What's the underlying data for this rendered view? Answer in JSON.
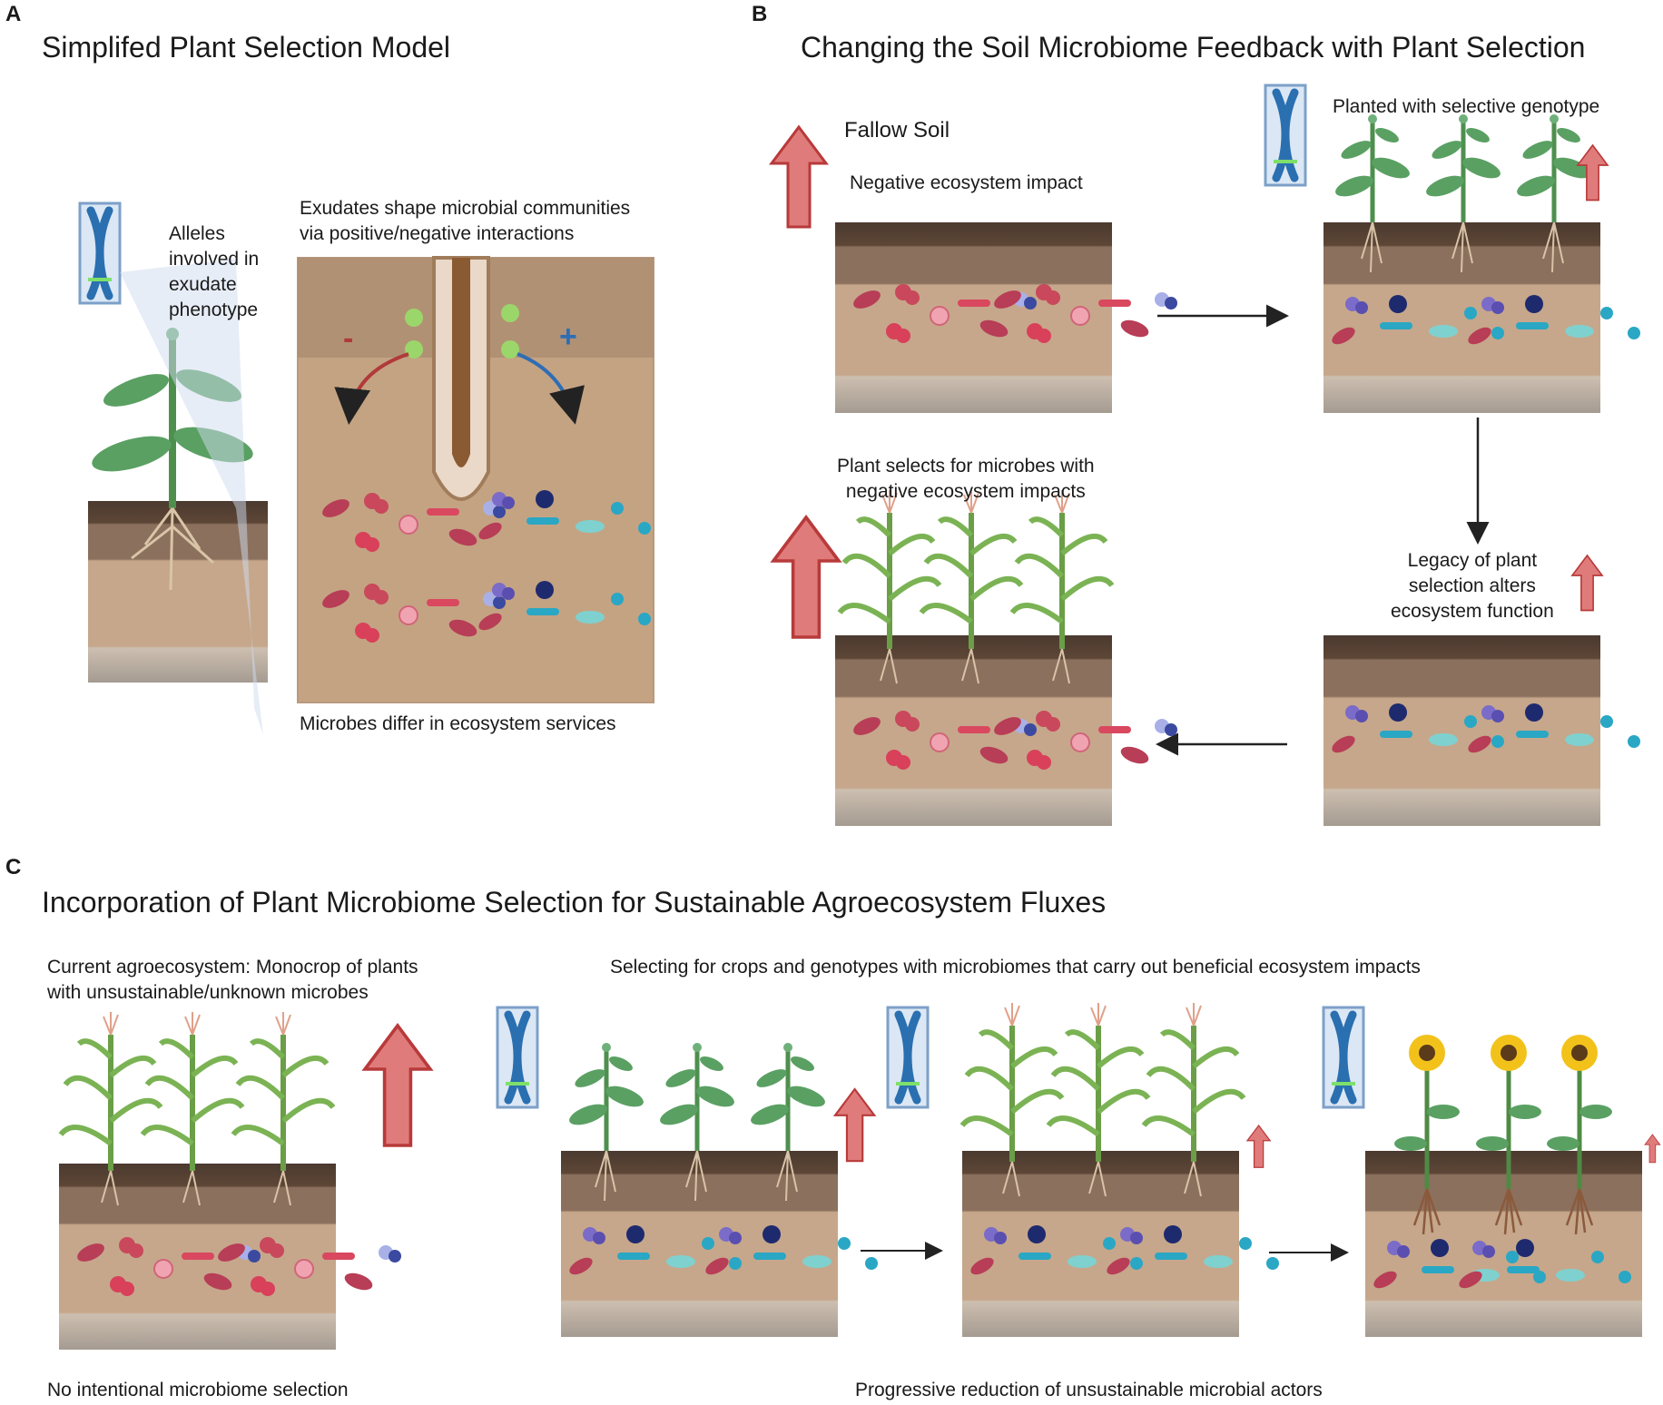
{
  "panel_a": {
    "letter": "A",
    "title": "Simplifed Plant Selection Model",
    "alleles_label": [
      "Alleles",
      "involved in",
      "exudate",
      "phenotype"
    ],
    "exudates_label": [
      "Exudates shape microbial communities",
      "via positive/negative interactions"
    ],
    "minus_sign": "-",
    "plus_sign": "+",
    "microbes_label": "Microbes differ in ecosystem services"
  },
  "panel_b": {
    "letter": "B",
    "title": "Changing the Soil Microbiome Feedback with Plant Selection",
    "fallow_label": "Fallow Soil",
    "negative_impact_label": "Negative ecosystem impact",
    "planted_label": "Planted with selective genotype",
    "plant_selects_label": [
      "Plant selects for microbes with",
      "negative ecosystem impacts"
    ],
    "legacy_label": [
      "Legacy of plant",
      "selection alters",
      "ecosystem function"
    ]
  },
  "panel_c": {
    "letter": "C",
    "title": "Incorporation of Plant Microbiome Selection for Sustainable Agroecosystem Fluxes",
    "current_label": [
      "Current agroecosystem: Monocrop of plants",
      "with unsustainable/unknown microbes"
    ],
    "selecting_label": "Selecting for crops and genotypes with microbiomes that carry out beneficial ecosystem impacts",
    "no_selection_label": "No intentional microbiome selection",
    "progressive_label": "Progressive reduction of unsustainable microbial actors"
  },
  "colors": {
    "impact_arrow": "#e07b7b",
    "impact_arrow_stroke": "#c0392b",
    "soil_top": "#5a4436",
    "soil_mid": "#8a6f5c",
    "soil_main": "#c3a488",
    "soil_gravel": "#bcb3a8",
    "bad_microbe": "#c9485b",
    "good_microbe": "#2aa7c4",
    "chromosome": "#2a6fb0",
    "leaf": "#4e9a58",
    "exudate_good": "#9bd66a",
    "exudate_bad": "#f2a0ad"
  }
}
